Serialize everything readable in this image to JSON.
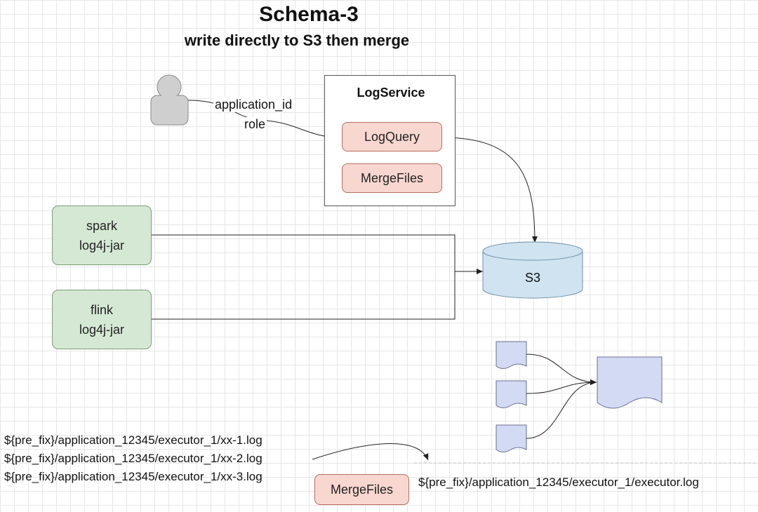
{
  "diagram": {
    "title": "Schema-3",
    "subtitle": "write directly to S3 then merge",
    "log_service": {
      "title": "LogService",
      "query_label": "LogQuery",
      "merge_label": "MergeFiles"
    },
    "user_edge": {
      "line1": "application_id",
      "line2": "role"
    },
    "sources": [
      {
        "line1": "spark",
        "line2": "log4j-jar"
      },
      {
        "line1": "flink",
        "line2": "log4j-jar"
      }
    ],
    "storage": {
      "label": "S3"
    },
    "input_paths": [
      "${pre_fix}/application_12345/executor_1/xx-1.log",
      "${pre_fix}/application_12345/executor_1/xx-2.log",
      "${pre_fix}/application_12345/executor_1/xx-3.log"
    ],
    "merge_button": "MergeFiles",
    "output_path": "${pre_fix}/application_12345/executor_1/executor.log"
  }
}
